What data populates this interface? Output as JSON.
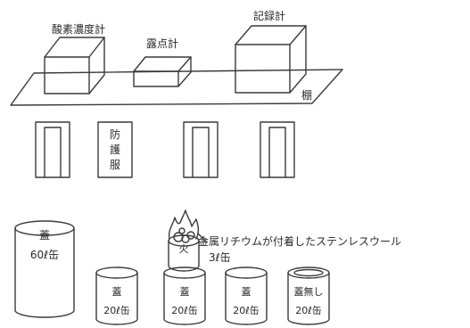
{
  "instruments": {
    "oxygen_meter": "酸素濃度計",
    "dew_point_meter": "露点計",
    "recorder": "記録計"
  },
  "shelf": {
    "label": "棚"
  },
  "protective_clothing": [
    "防",
    "護",
    "服"
  ],
  "fire": {
    "char": "火"
  },
  "annotation": {
    "text": "金属リチウムが付着したステンレスウール",
    "can_size": "3ℓ缶"
  },
  "cans": [
    {
      "lid": "蓋",
      "size": "60ℓ缶"
    },
    {
      "lid": "蓋",
      "size": "20ℓ缶"
    },
    {
      "lid": "蓋",
      "size": "20ℓ缶"
    },
    {
      "lid": "蓋",
      "size": "20ℓ缶"
    },
    {
      "lid": "蓋無し",
      "size": "20ℓ缶"
    }
  ]
}
